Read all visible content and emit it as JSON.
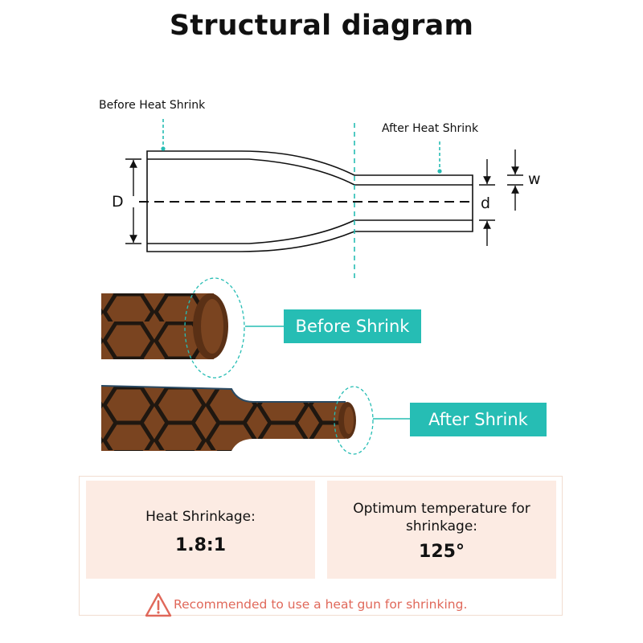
{
  "title": "Structural diagram",
  "labels": {
    "before_heat_shrink": "Before Heat Shrink",
    "after_heat_shrink": "After Heat Shrink",
    "dim_D": "D",
    "dim_d": "d",
    "dim_w": "w"
  },
  "tags": {
    "before": "Before Shrink",
    "after": "After Shrink"
  },
  "cards": {
    "shrinkage": {
      "label_line1": "Heat Shrinkage:",
      "value": "1.8:1"
    },
    "temperature": {
      "label_line1": "Optimum temperature for",
      "label_line2": "shrinkage:",
      "value": "125°"
    }
  },
  "note": "Recommended to use a heat gun for shrinking.",
  "colors": {
    "accent": "#26bdb4",
    "tube": "#7a4420",
    "hex_lines": "#1f1710",
    "card_bg": "#fcebe3",
    "warning": "#e0685a"
  },
  "icons": {
    "warning": "warning-triangle-icon"
  }
}
